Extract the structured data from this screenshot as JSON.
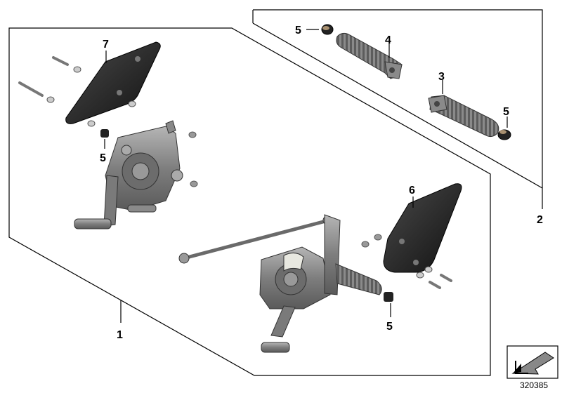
{
  "callouts": {
    "c1": "1",
    "c2": "2",
    "c3": "3",
    "c4": "4",
    "c5a": "5",
    "c5b": "5",
    "c5c": "5",
    "c5d": "5",
    "c6": "6",
    "c7": "7"
  },
  "document_number": "320385",
  "icons": {
    "orientation": "direction-arrow-icon"
  },
  "colors": {
    "metal": "#8a8a8a",
    "plate": "#2a2a2a",
    "line": "#000000"
  }
}
